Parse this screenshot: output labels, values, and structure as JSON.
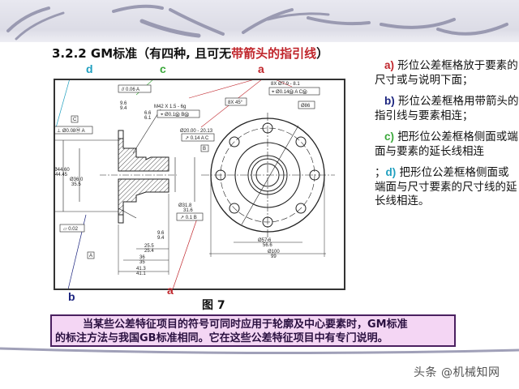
{
  "slide": {
    "title_prefix": "3.2.2 GM标准（有四种, 且可无",
    "title_highlight": "带箭头的指引线",
    "title_suffix": "）",
    "figure_caption": "图  7",
    "colors": {
      "label_a": "#c0262c",
      "label_b": "#1a237e",
      "label_c": "#3aa83a",
      "label_d": "#1f9fbf",
      "callout_bg": "#f4d6f4",
      "callout_border": "#4a2060"
    }
  },
  "drawing": {
    "labels": {
      "d": "d",
      "c": "c",
      "a_top": "a",
      "b": "b",
      "a_bottom": "a"
    },
    "annotations": {
      "parallelism_frame": [
        "//",
        "0.06",
        "A"
      ],
      "perp_frame": [
        "⊥",
        "Ø0.08Ⓜ",
        "A"
      ],
      "datum_c": "C",
      "datum_a": "A",
      "datum_b": "B",
      "thread": "M42 X 1.5 - 6g",
      "thread_frame": [
        "⌖",
        "Ø0.1Ⓜ",
        "BⓂ"
      ],
      "bore_dim": "Ø20.00 - 20.13",
      "runout_frame_1": [
        "↗",
        "0.14",
        "A",
        "C"
      ],
      "runout_frame_2": [
        "↗",
        "0.1",
        "B"
      ],
      "flatness_frame": [
        "▱",
        "0.02"
      ],
      "holes": "8X  Ø7.9 - 8.1",
      "holes_frame": [
        "⌖",
        "Ø0.14Ⓜ",
        "A",
        "CⓂ"
      ],
      "angle": "8X 45°",
      "bolt_circle": "Ø86",
      "dims": {
        "d1": "9.6 / 9.4",
        "d2": "6.6 / 6.1",
        "d3": "Ø44.60 / 44.45",
        "d4": "Ø36.0 / 35.5",
        "d5": "Ø31.8 / 31.6",
        "d6": "9.6 / 9.4",
        "d7": "25.5 / 25.4",
        "d8": "36 / 35",
        "d9": "41.3 / 41.1",
        "d10": "Ø57.6 / 56.6",
        "d11": "Ø100 / 99"
      }
    }
  },
  "notes": [
    {
      "tag": "a)",
      "text": " 形位公差框格放于要素的尺寸或与说明下面；"
    },
    {
      "tag": "b)",
      "text": " 形位公差框格用带箭头的指引线与要素相连；"
    },
    {
      "tag": "c)",
      "text": " 把形位公差框格侧面或端面与要素的延长线相连"
    },
    {
      "tag": "d)",
      "text": " 把形位公差框格侧面或端面与尺寸要素的尺寸线的延长线相连。",
      "prefix": "；"
    }
  ],
  "callout": {
    "line1": "当某些公差特征项目的符号可同时应用于轮廓及中心要素时，GM标准",
    "line2": "的标注方法与我国GB标准相同。它在这些公差特征项目中有专门说明。"
  },
  "watermark": "头条 @机械知网"
}
